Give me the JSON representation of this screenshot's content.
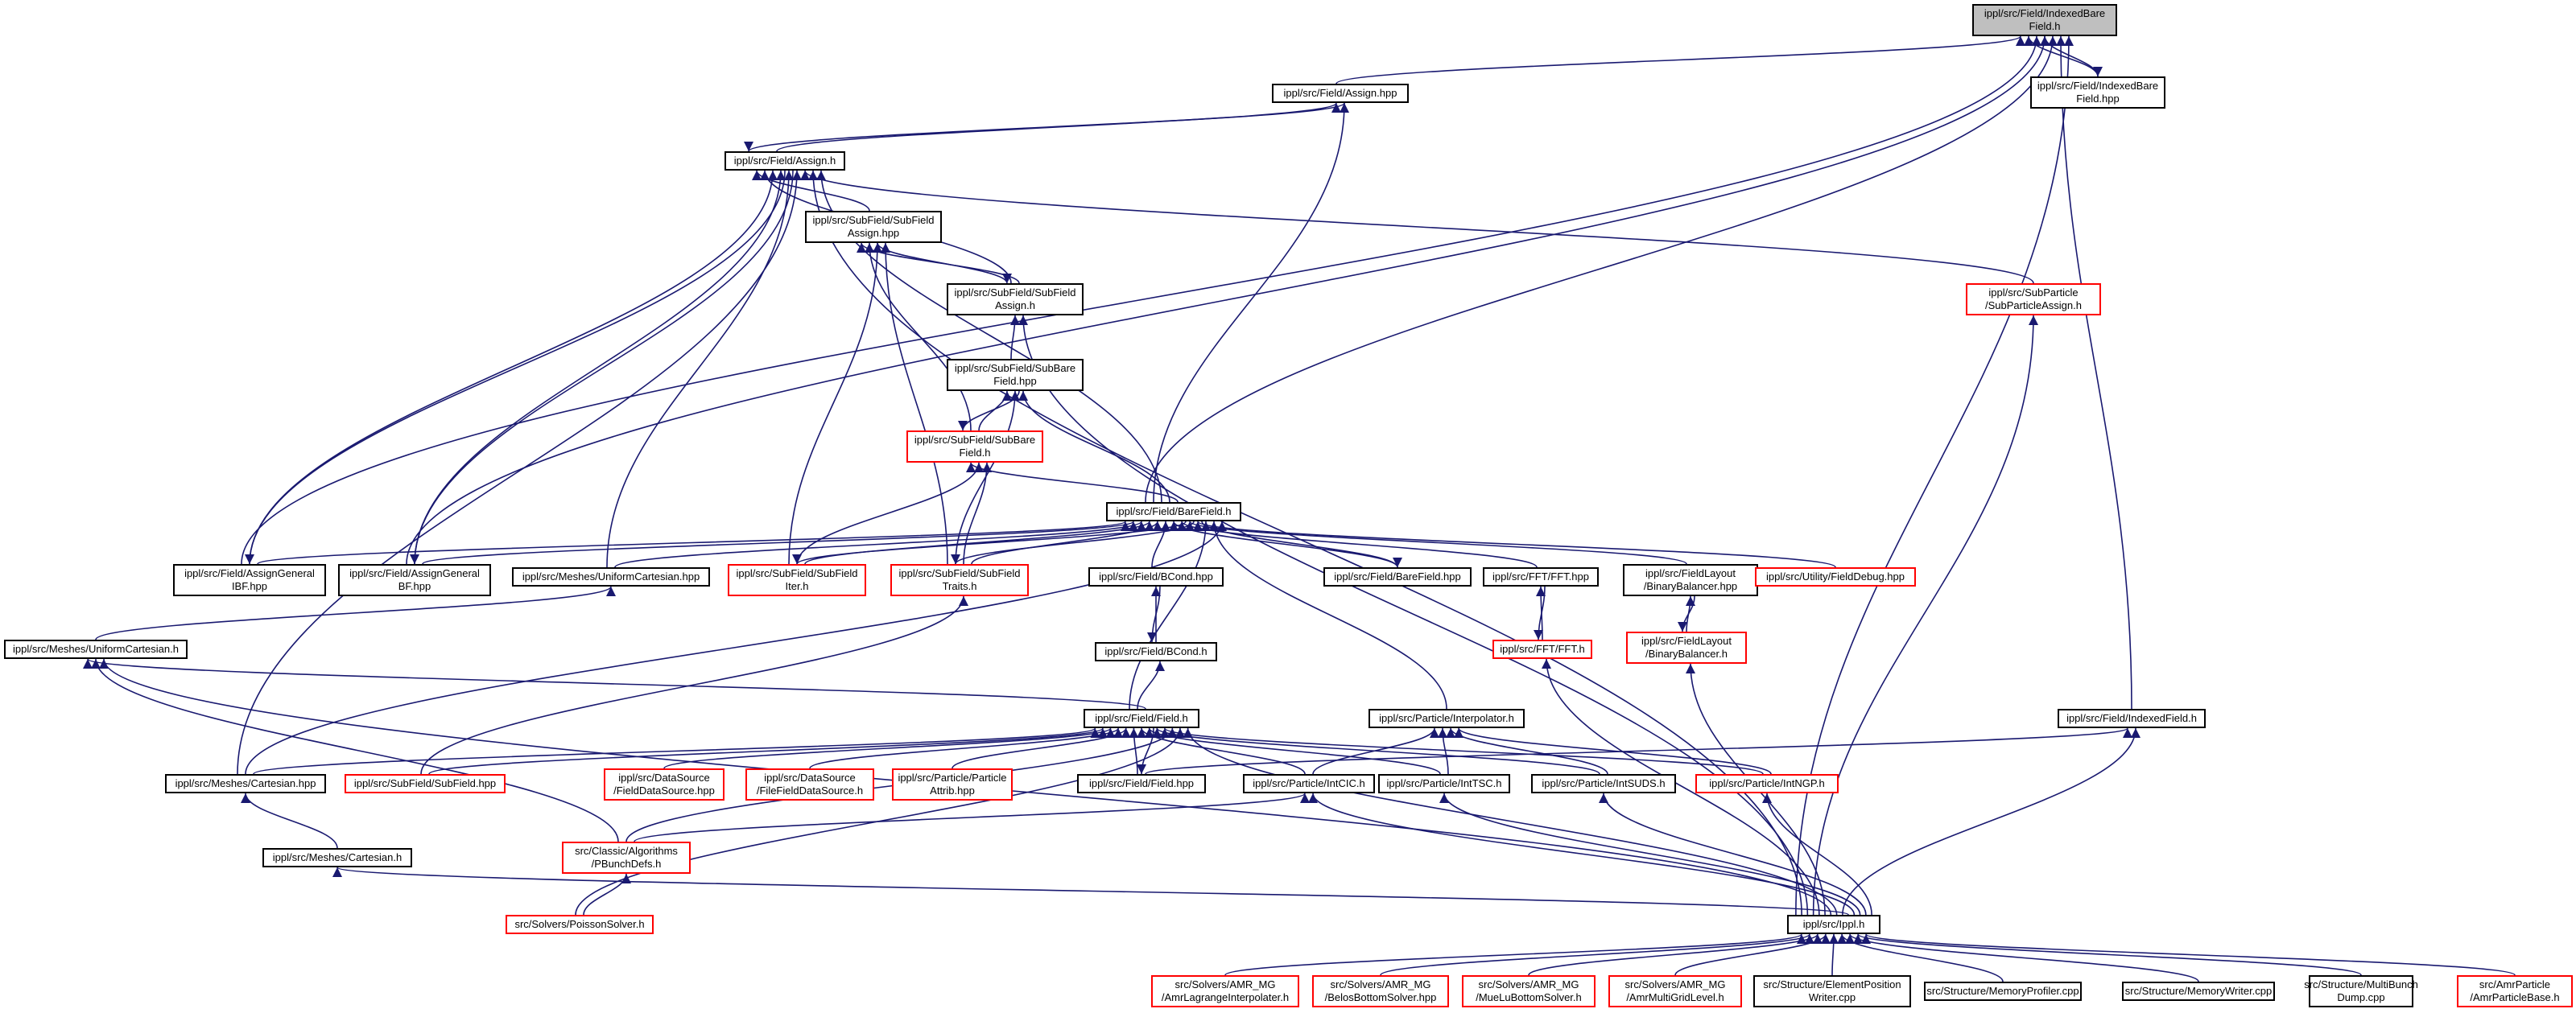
{
  "diagram": {
    "edge_color": "#191970",
    "root": "ippl/src/Field/IndexedBare\nField.h",
    "nodes": [
      {
        "id": "ibf_h",
        "label": "ippl/src/Field/IndexedBare\nField.h",
        "style": "root"
      },
      {
        "id": "assign_hpp",
        "label": "ippl/src/Field/Assign.hpp",
        "style": "black"
      },
      {
        "id": "ibf_hpp",
        "label": "ippl/src/Field/IndexedBare\nField.hpp",
        "style": "black"
      },
      {
        "id": "assign_h",
        "label": "ippl/src/Field/Assign.h",
        "style": "black"
      },
      {
        "id": "sfa_hpp",
        "label": "ippl/src/SubField/SubField\nAssign.hpp",
        "style": "black"
      },
      {
        "id": "sfa_h",
        "label": "ippl/src/SubField/SubField\nAssign.h",
        "style": "black"
      },
      {
        "id": "spa_h",
        "label": "ippl/src/SubParticle\n/SubParticleAssign.h",
        "style": "red"
      },
      {
        "id": "sbf_hpp",
        "label": "ippl/src/SubField/SubBare\nField.hpp",
        "style": "black"
      },
      {
        "id": "sbf_h",
        "label": "ippl/src/SubField/SubBare\nField.h",
        "style": "red"
      },
      {
        "id": "barefield_h",
        "label": "ippl/src/Field/BareField.h",
        "style": "black"
      },
      {
        "id": "agibf",
        "label": "ippl/src/Field/AssignGeneral\nIBF.hpp",
        "style": "black"
      },
      {
        "id": "agbf",
        "label": "ippl/src/Field/AssignGeneral\nBF.hpp",
        "style": "black"
      },
      {
        "id": "uc_hpp",
        "label": "ippl/src/Meshes/UniformCartesian.hpp",
        "style": "black"
      },
      {
        "id": "sfi_h",
        "label": "ippl/src/SubField/SubField\nIter.h",
        "style": "red"
      },
      {
        "id": "sft_h",
        "label": "ippl/src/SubField/SubField\nTraits.h",
        "style": "red"
      },
      {
        "id": "bcond_hpp",
        "label": "ippl/src/Field/BCond.hpp",
        "style": "black"
      },
      {
        "id": "barefield_hpp",
        "label": "ippl/src/Field/BareField.hpp",
        "style": "black"
      },
      {
        "id": "fft_hpp",
        "label": "ippl/src/FFT/FFT.hpp",
        "style": "black"
      },
      {
        "id": "bb_hpp",
        "label": "ippl/src/FieldLayout\n/BinaryBalancer.hpp",
        "style": "black"
      },
      {
        "id": "fielddebug",
        "label": "ippl/src/Utility/FieldDebug.hpp",
        "style": "red"
      },
      {
        "id": "uc_h",
        "label": "ippl/src/Meshes/UniformCartesian.h",
        "style": "black"
      },
      {
        "id": "bcond_h",
        "label": "ippl/src/Field/BCond.h",
        "style": "black"
      },
      {
        "id": "fft_h",
        "label": "ippl/src/FFT/FFT.h",
        "style": "red"
      },
      {
        "id": "bb_h",
        "label": "ippl/src/FieldLayout\n/BinaryBalancer.h",
        "style": "red"
      },
      {
        "id": "field_h",
        "label": "ippl/src/Field/Field.h",
        "style": "black"
      },
      {
        "id": "interp_h",
        "label": "ippl/src/Particle/Interpolator.h",
        "style": "black"
      },
      {
        "id": "indexedfield_h",
        "label": "ippl/src/Field/IndexedField.h",
        "style": "black"
      },
      {
        "id": "cart_hpp",
        "label": "ippl/src/Meshes/Cartesian.hpp",
        "style": "black"
      },
      {
        "id": "subfield_hpp",
        "label": "ippl/src/SubField/SubField.hpp",
        "style": "red"
      },
      {
        "id": "fds_hpp",
        "label": "ippl/src/DataSource\n/FieldDataSource.hpp",
        "style": "red"
      },
      {
        "id": "ffds_h",
        "label": "ippl/src/DataSource\n/FileFieldDataSource.h",
        "style": "red"
      },
      {
        "id": "pattrib",
        "label": "ippl/src/Particle/Particle\nAttrib.hpp",
        "style": "red"
      },
      {
        "id": "field_hpp",
        "label": "ippl/src/Field/Field.hpp",
        "style": "black"
      },
      {
        "id": "intcic",
        "label": "ippl/src/Particle/IntCIC.h",
        "style": "black"
      },
      {
        "id": "inttsc",
        "label": "ippl/src/Particle/IntTSC.h",
        "style": "black"
      },
      {
        "id": "intsuds",
        "label": "ippl/src/Particle/IntSUDS.h",
        "style": "black"
      },
      {
        "id": "intngp",
        "label": "ippl/src/Particle/IntNGP.h",
        "style": "red"
      },
      {
        "id": "cart_h",
        "label": "ippl/src/Meshes/Cartesian.h",
        "style": "black"
      },
      {
        "id": "pbunch",
        "label": "src/Classic/Algorithms\n/PBunchDefs.h",
        "style": "red"
      },
      {
        "id": "poisson",
        "label": "src/Solvers/PoissonSolver.h",
        "style": "red"
      },
      {
        "id": "ippl_h",
        "label": "ippl/src/Ippl.h",
        "style": "black"
      },
      {
        "id": "amr_lagr",
        "label": "src/Solvers/AMR_MG\n/AmrLagrangeInterpolater.h",
        "style": "red"
      },
      {
        "id": "belos",
        "label": "src/Solvers/AMR_MG\n/BelosBottomSolver.hpp",
        "style": "red"
      },
      {
        "id": "muelu",
        "label": "src/Solvers/AMR_MG\n/MueLuBottomSolver.h",
        "style": "red"
      },
      {
        "id": "amrmgl",
        "label": "src/Solvers/AMR_MG\n/AmrMultiGridLevel.h",
        "style": "red"
      },
      {
        "id": "epw",
        "label": "src/Structure/ElementPosition\nWriter.cpp",
        "style": "black"
      },
      {
        "id": "memprof",
        "label": "src/Structure/MemoryProfiler.cpp",
        "style": "black"
      },
      {
        "id": "memwriter",
        "label": "src/Structure/MemoryWriter.cpp",
        "style": "black"
      },
      {
        "id": "multibunch",
        "label": "src/Structure/MultiBunch\nDump.cpp",
        "style": "black"
      },
      {
        "id": "amrparticle",
        "label": "src/AmrParticle\n/AmrParticleBase.h",
        "style": "red"
      }
    ],
    "edges": [
      [
        "assign_hpp",
        "ibf_h"
      ],
      [
        "ibf_hpp",
        "ibf_h"
      ],
      [
        "agibf",
        "ibf_h"
      ],
      [
        "agbf",
        "ibf_h"
      ],
      [
        "barefield_h",
        "ibf_h"
      ],
      [
        "indexedfield_h",
        "ibf_h"
      ],
      [
        "ippl_h",
        "ibf_h"
      ],
      [
        "ibf_h",
        "ibf_hpp"
      ],
      [
        "assign_hpp",
        "assign_h"
      ],
      [
        "assign_h",
        "assign_hpp"
      ],
      [
        "barefield_h",
        "assign_hpp"
      ],
      [
        "sfa_hpp",
        "assign_h"
      ],
      [
        "sfa_h",
        "assign_h"
      ],
      [
        "agibf",
        "assign_h"
      ],
      [
        "assign_h",
        "agibf"
      ],
      [
        "agbf",
        "assign_h"
      ],
      [
        "assign_h",
        "agbf"
      ],
      [
        "uc_hpp",
        "assign_h"
      ],
      [
        "cart_hpp",
        "assign_h"
      ],
      [
        "spa_h",
        "assign_h"
      ],
      [
        "ippl_h",
        "assign_h"
      ],
      [
        "barefield_h",
        "assign_h"
      ],
      [
        "sfa_hpp",
        "sfa_h"
      ],
      [
        "sfa_h",
        "sfa_hpp"
      ],
      [
        "sbf_hpp",
        "sfa_h"
      ],
      [
        "ippl_h",
        "sfa_h"
      ],
      [
        "sbf_h",
        "sfa_hpp"
      ],
      [
        "sfi_h",
        "sfa_hpp"
      ],
      [
        "sft_h",
        "sfa_hpp"
      ],
      [
        "sbf_hpp",
        "sbf_h"
      ],
      [
        "sbf_h",
        "sbf_hpp"
      ],
      [
        "sft_h",
        "sbf_hpp"
      ],
      [
        "barefield_h",
        "sbf_hpp"
      ],
      [
        "barefield_h",
        "sbf_h"
      ],
      [
        "sfi_h",
        "sbf_h"
      ],
      [
        "sft_h",
        "sbf_h"
      ],
      [
        "ippl_h",
        "spa_h"
      ],
      [
        "agibf",
        "barefield_h"
      ],
      [
        "agbf",
        "barefield_h"
      ],
      [
        "uc_hpp",
        "barefield_h"
      ],
      [
        "sfi_h",
        "barefield_h"
      ],
      [
        "barefield_h",
        "sfi_h"
      ],
      [
        "sft_h",
        "barefield_h"
      ],
      [
        "barefield_h",
        "sft_h"
      ],
      [
        "bcond_hpp",
        "barefield_h"
      ],
      [
        "barefield_hpp",
        "barefield_h"
      ],
      [
        "barefield_h",
        "barefield_hpp"
      ],
      [
        "fft_hpp",
        "barefield_h"
      ],
      [
        "bb_hpp",
        "barefield_h"
      ],
      [
        "fielddebug",
        "barefield_h"
      ],
      [
        "field_h",
        "barefield_h"
      ],
      [
        "interp_h",
        "barefield_h"
      ],
      [
        "cart_hpp",
        "barefield_h"
      ],
      [
        "uc_h",
        "uc_hpp"
      ],
      [
        "subfield_hpp",
        "sft_h"
      ],
      [
        "bcond_h",
        "bcond_hpp"
      ],
      [
        "bcond_hpp",
        "bcond_h"
      ],
      [
        "field_h",
        "bcond_h"
      ],
      [
        "fft_h",
        "fft_hpp"
      ],
      [
        "fft_hpp",
        "fft_h"
      ],
      [
        "bb_h",
        "bb_hpp"
      ],
      [
        "bb_hpp",
        "bb_h"
      ],
      [
        "ippl_h",
        "fft_h"
      ],
      [
        "ippl_h",
        "bb_h"
      ],
      [
        "field_h",
        "uc_h"
      ],
      [
        "pbunch",
        "uc_h"
      ],
      [
        "ippl_h",
        "uc_h"
      ],
      [
        "cart_hpp",
        "field_h"
      ],
      [
        "subfield_hpp",
        "field_h"
      ],
      [
        "fds_hpp",
        "field_h"
      ],
      [
        "ffds_h",
        "field_h"
      ],
      [
        "pattrib",
        "field_h"
      ],
      [
        "field_hpp",
        "field_h"
      ],
      [
        "field_h",
        "field_hpp"
      ],
      [
        "intcic",
        "field_h"
      ],
      [
        "inttsc",
        "field_h"
      ],
      [
        "intsuds",
        "field_h"
      ],
      [
        "intngp",
        "field_h"
      ],
      [
        "pbunch",
        "field_h"
      ],
      [
        "poisson",
        "field_h"
      ],
      [
        "ippl_h",
        "field_h"
      ],
      [
        "intcic",
        "interp_h"
      ],
      [
        "inttsc",
        "interp_h"
      ],
      [
        "intsuds",
        "interp_h"
      ],
      [
        "intngp",
        "interp_h"
      ],
      [
        "field_hpp",
        "indexedfield_h"
      ],
      [
        "ippl_h",
        "indexedfield_h"
      ],
      [
        "cart_h",
        "cart_hpp"
      ],
      [
        "ippl_h",
        "cart_h"
      ],
      [
        "pbunch",
        "intcic"
      ],
      [
        "ippl_h",
        "intcic"
      ],
      [
        "ippl_h",
        "inttsc"
      ],
      [
        "ippl_h",
        "intsuds"
      ],
      [
        "ippl_h",
        "intngp"
      ],
      [
        "poisson",
        "pbunch"
      ],
      [
        "amr_lagr",
        "ippl_h"
      ],
      [
        "belos",
        "ippl_h"
      ],
      [
        "muelu",
        "ippl_h"
      ],
      [
        "amrmgl",
        "ippl_h"
      ],
      [
        "epw",
        "ippl_h"
      ],
      [
        "memprof",
        "ippl_h"
      ],
      [
        "memwriter",
        "ippl_h"
      ],
      [
        "multibunch",
        "ippl_h"
      ],
      [
        "amrparticle",
        "ippl_h"
      ]
    ]
  }
}
